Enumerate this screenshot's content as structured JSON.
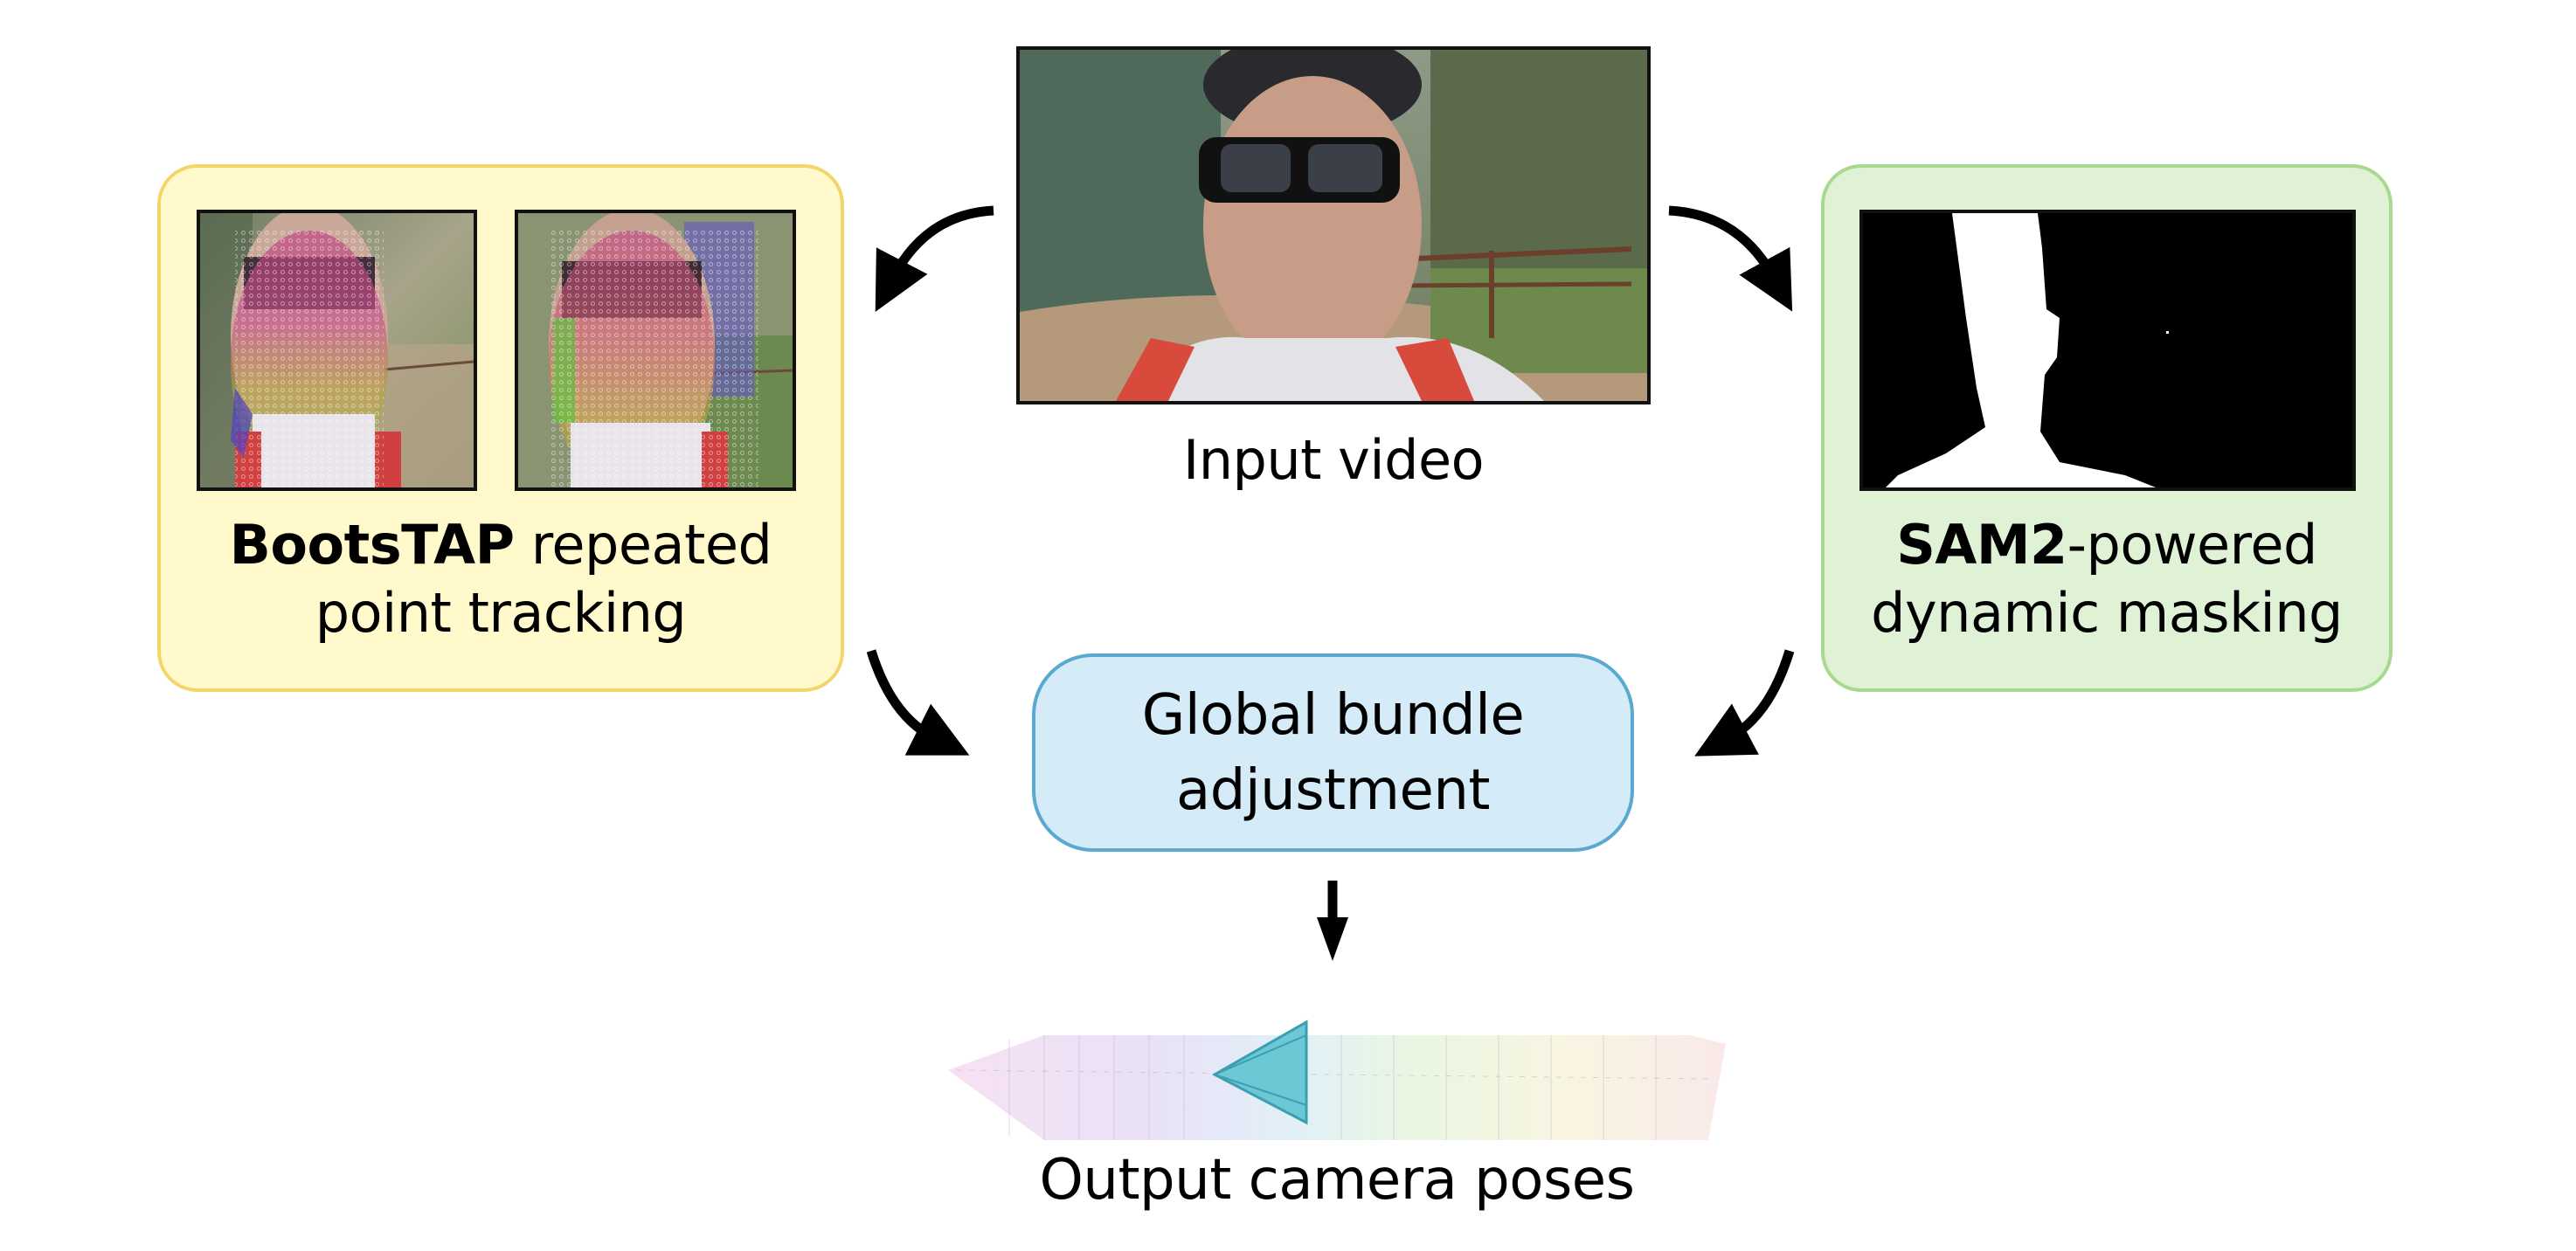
{
  "diagram": {
    "input": {
      "label": "Input video",
      "image": "selfie-hiker-frame"
    },
    "tracking": {
      "label_bold": "BootsTAP",
      "label_rest": " repeated",
      "label_line2": "point tracking",
      "images": [
        "tracked-frame-1",
        "tracked-frame-2"
      ],
      "color": "#fff9cc",
      "border": "#f2d66a"
    },
    "masking": {
      "label_bold": "SAM2",
      "label_rest": "-powered",
      "label_line2": "dynamic masking",
      "image": "binary-person-mask",
      "color": "#dff2d6",
      "border": "#a9d98f"
    },
    "bundle": {
      "label_line1": "Global bundle",
      "label_line2": "adjustment",
      "color": "#d5ecf8",
      "border": "#5aa9cf"
    },
    "output": {
      "label": "Output camera poses",
      "image": "camera-frustum-trajectory"
    },
    "edges": [
      {
        "from": "input",
        "to": "tracking"
      },
      {
        "from": "input",
        "to": "masking"
      },
      {
        "from": "tracking",
        "to": "bundle"
      },
      {
        "from": "masking",
        "to": "bundle"
      },
      {
        "from": "bundle",
        "to": "output"
      }
    ]
  }
}
